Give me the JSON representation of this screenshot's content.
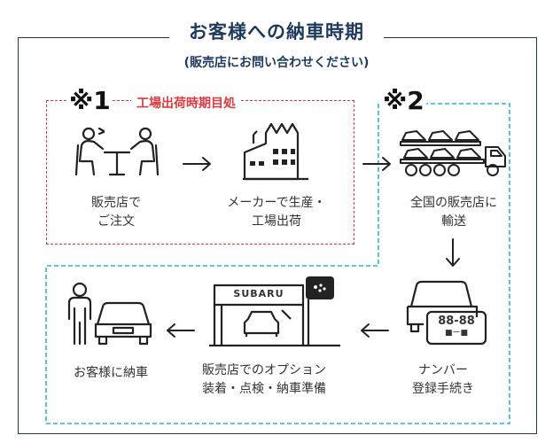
{
  "header": {
    "title": "お客様への納車時期",
    "subtitle": "(販売店にお問い合わせください)"
  },
  "notes": {
    "mark1": "※1",
    "mark2": "※2",
    "factory_period_label": "工場出荷時期目処"
  },
  "steps": [
    {
      "line1": "販売店で",
      "line2": "ご注文",
      "icon": "people-meeting-icon"
    },
    {
      "line1": "メーカーで生産・",
      "line2": "工場出荷",
      "icon": "factory-icon"
    },
    {
      "line1": "全国の販売店に",
      "line2": "輸送",
      "icon": "car-carrier-truck-icon"
    },
    {
      "line1": "ナンバー",
      "line2": "登録手続き",
      "icon": "license-plate-icon"
    },
    {
      "line1": "販売店でのオプション",
      "line2": "装着・点検・納車準備",
      "icon": "dealer-shop-icon"
    },
    {
      "line1": "お客様に納車",
      "line2": "",
      "icon": "customer-car-icon"
    }
  ],
  "plate": {
    "number": "88-88",
    "sub": "■ー■"
  },
  "dealer": {
    "sign": "SUBARU"
  },
  "colors": {
    "navy": "#1e3a5f",
    "red": "#e2383f",
    "cyan": "#29b6d8",
    "icon": "#222222"
  }
}
